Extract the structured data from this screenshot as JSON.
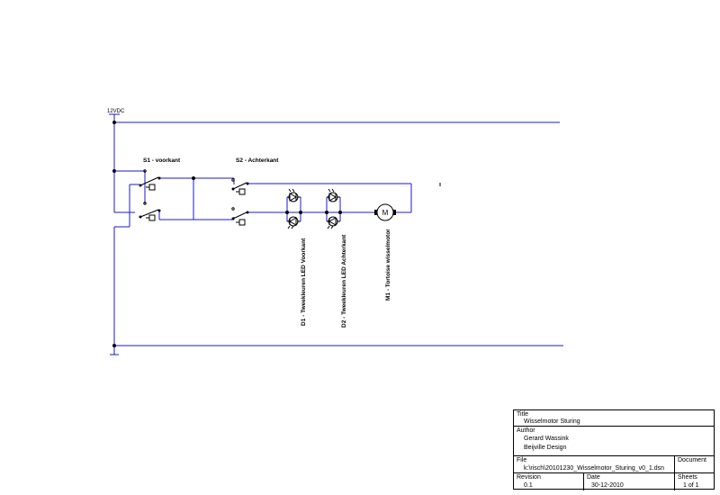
{
  "schematic": {
    "supply_label": "12VDC",
    "switches": {
      "s1_label": "S1 - voorkant",
      "s2_label": "S2 - Achterkant"
    },
    "leds": {
      "d1_label": "D1 - Tweekleuren LED Voorkant",
      "d2_label": "D2 - Tweekleuren LED Achterkant"
    },
    "motor": {
      "label": "M1 - Tortoise wisselmotor",
      "symbol": "M"
    },
    "colors": {
      "wire": "#1a1acc",
      "component": "#000000"
    }
  },
  "title_block": {
    "title_caption": "Title",
    "title_value": "Wisselmotor Sturing",
    "author_caption": "Author",
    "author_name": "Gerard Wassink",
    "author_company": "Beijville Design",
    "file_caption": "File",
    "file_value": "k:\\risch\\20101230_Wisselmotor_Sturing_v0_1.dsn",
    "document_caption": "Document",
    "revision_caption": "Revision",
    "revision_value": "0.1",
    "date_caption": "Date",
    "date_value": "30-12-2010",
    "sheets_caption": "Sheets",
    "sheets_value": "1 of 1"
  }
}
